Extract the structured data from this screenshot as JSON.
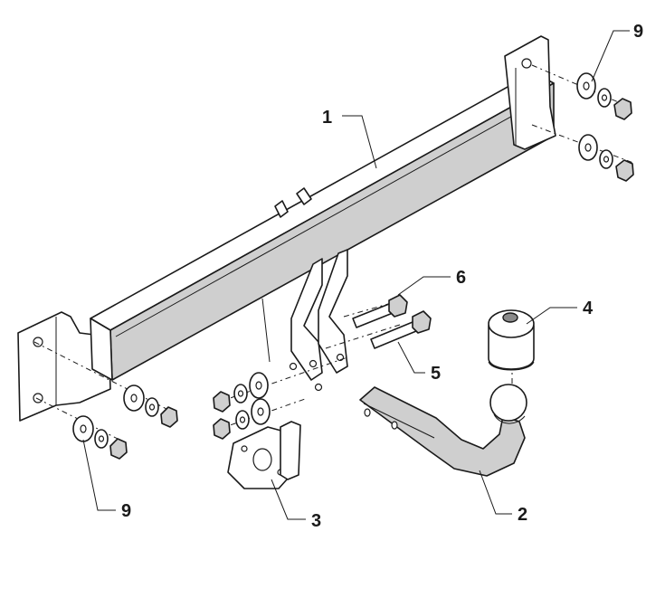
{
  "callouts": {
    "c1": "1",
    "c2": "2",
    "c3": "3",
    "c4": "4",
    "c5": "5",
    "c6": "6",
    "c9_right": "9",
    "c9_left": "9"
  },
  "colors": {
    "line": "#1a1a1a",
    "shade": "#cfcfcf",
    "dark": "#8a8a8a"
  }
}
